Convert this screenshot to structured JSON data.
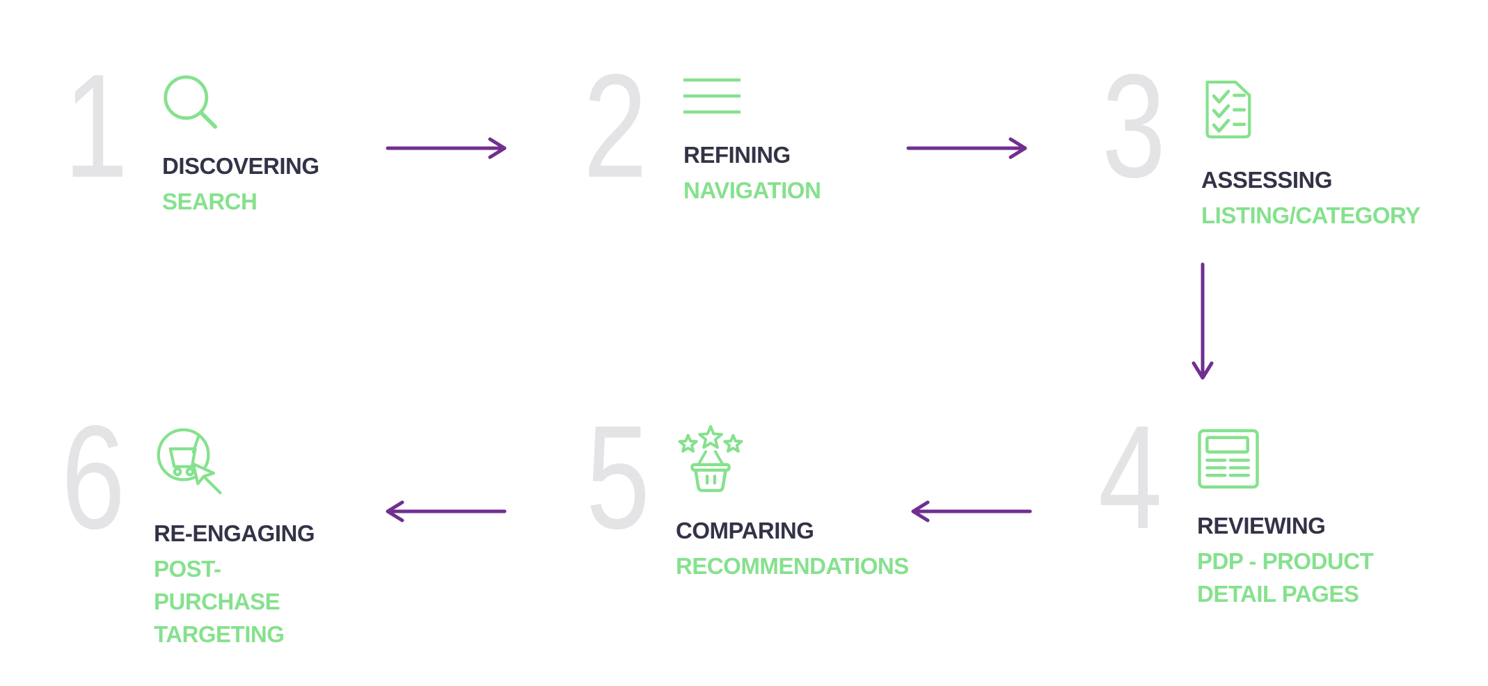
{
  "colors": {
    "green": "#85e18d",
    "purple": "#702f8f",
    "dark": "#333347",
    "number": "#e4e4e7",
    "bg": "#ffffff"
  },
  "steps": [
    {
      "number": "1",
      "title": "DISCOVERING",
      "subtitle": "SEARCH",
      "icon": "search-icon"
    },
    {
      "number": "2",
      "title": "REFINING",
      "subtitle": "NAVIGATION",
      "icon": "menu-lines-icon"
    },
    {
      "number": "3",
      "title": "ASSESSING",
      "subtitle": "LISTING/CATEGORY",
      "icon": "checklist-icon"
    },
    {
      "number": "4",
      "title": "REVIEWING",
      "subtitle": "PDP - PRODUCT DETAIL PAGES",
      "icon": "product-detail-page-icon"
    },
    {
      "number": "5",
      "title": "COMPARING",
      "subtitle": "RECOMMENDATIONS",
      "icon": "stars-basket-icon"
    },
    {
      "number": "6",
      "title": "RE-ENGAGING",
      "subtitle": "POST-PURCHASE TARGETING",
      "icon": "cart-cursor-icon"
    }
  ],
  "flow_arrows": [
    {
      "from": "1",
      "to": "2",
      "direction": "right"
    },
    {
      "from": "2",
      "to": "3",
      "direction": "right"
    },
    {
      "from": "3",
      "to": "4",
      "direction": "down"
    },
    {
      "from": "4",
      "to": "5",
      "direction": "left"
    },
    {
      "from": "5",
      "to": "6",
      "direction": "left"
    }
  ]
}
